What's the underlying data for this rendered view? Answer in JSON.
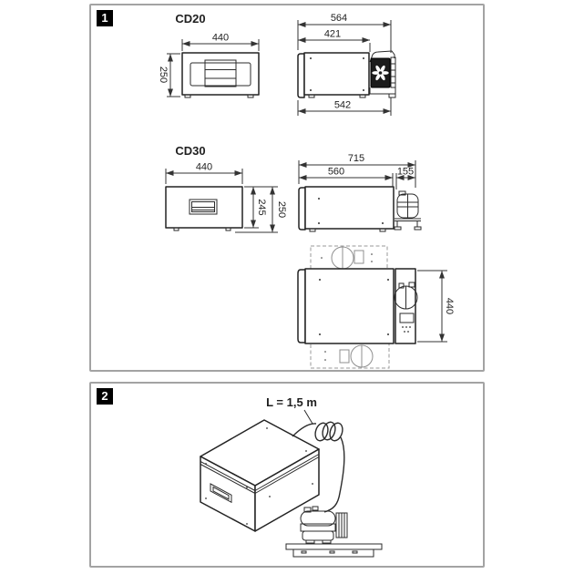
{
  "figure1": {
    "badge": "1",
    "cd20": {
      "title": "CD20",
      "front_width": "440",
      "front_height": "250",
      "side_length_total": "564",
      "side_length_top": "421",
      "side_length_bottom": "542"
    },
    "cd30": {
      "title": "CD30",
      "front_width": "440",
      "front_height_inner": "245",
      "front_height_outer": "250",
      "side_length_total": "715",
      "side_length_body": "560",
      "side_length_unit": "155",
      "top_width": "440"
    }
  },
  "figure2": {
    "badge": "2",
    "cable_label": "L = 1,5 m"
  }
}
